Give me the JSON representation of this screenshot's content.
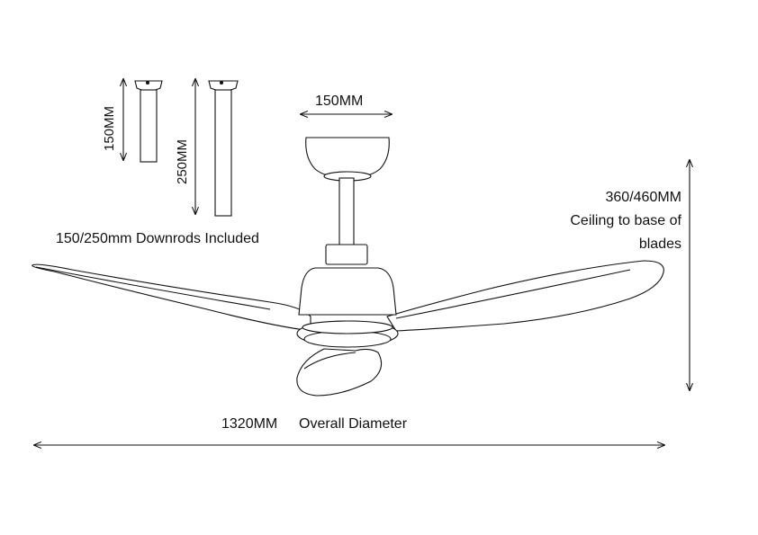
{
  "diagram": {
    "downrod_short_label": "150MM",
    "downrod_long_label": "250MM",
    "downrods_caption": "150/250mm Downrods Included",
    "canopy_width_label": "150MM",
    "ceiling_height_value": "360/460MM",
    "ceiling_height_line2": "Ceiling to base of",
    "ceiling_height_line3": "blades",
    "diameter_value": "1320MM",
    "diameter_caption": "Overall Diameter",
    "line_color": "#111111"
  }
}
